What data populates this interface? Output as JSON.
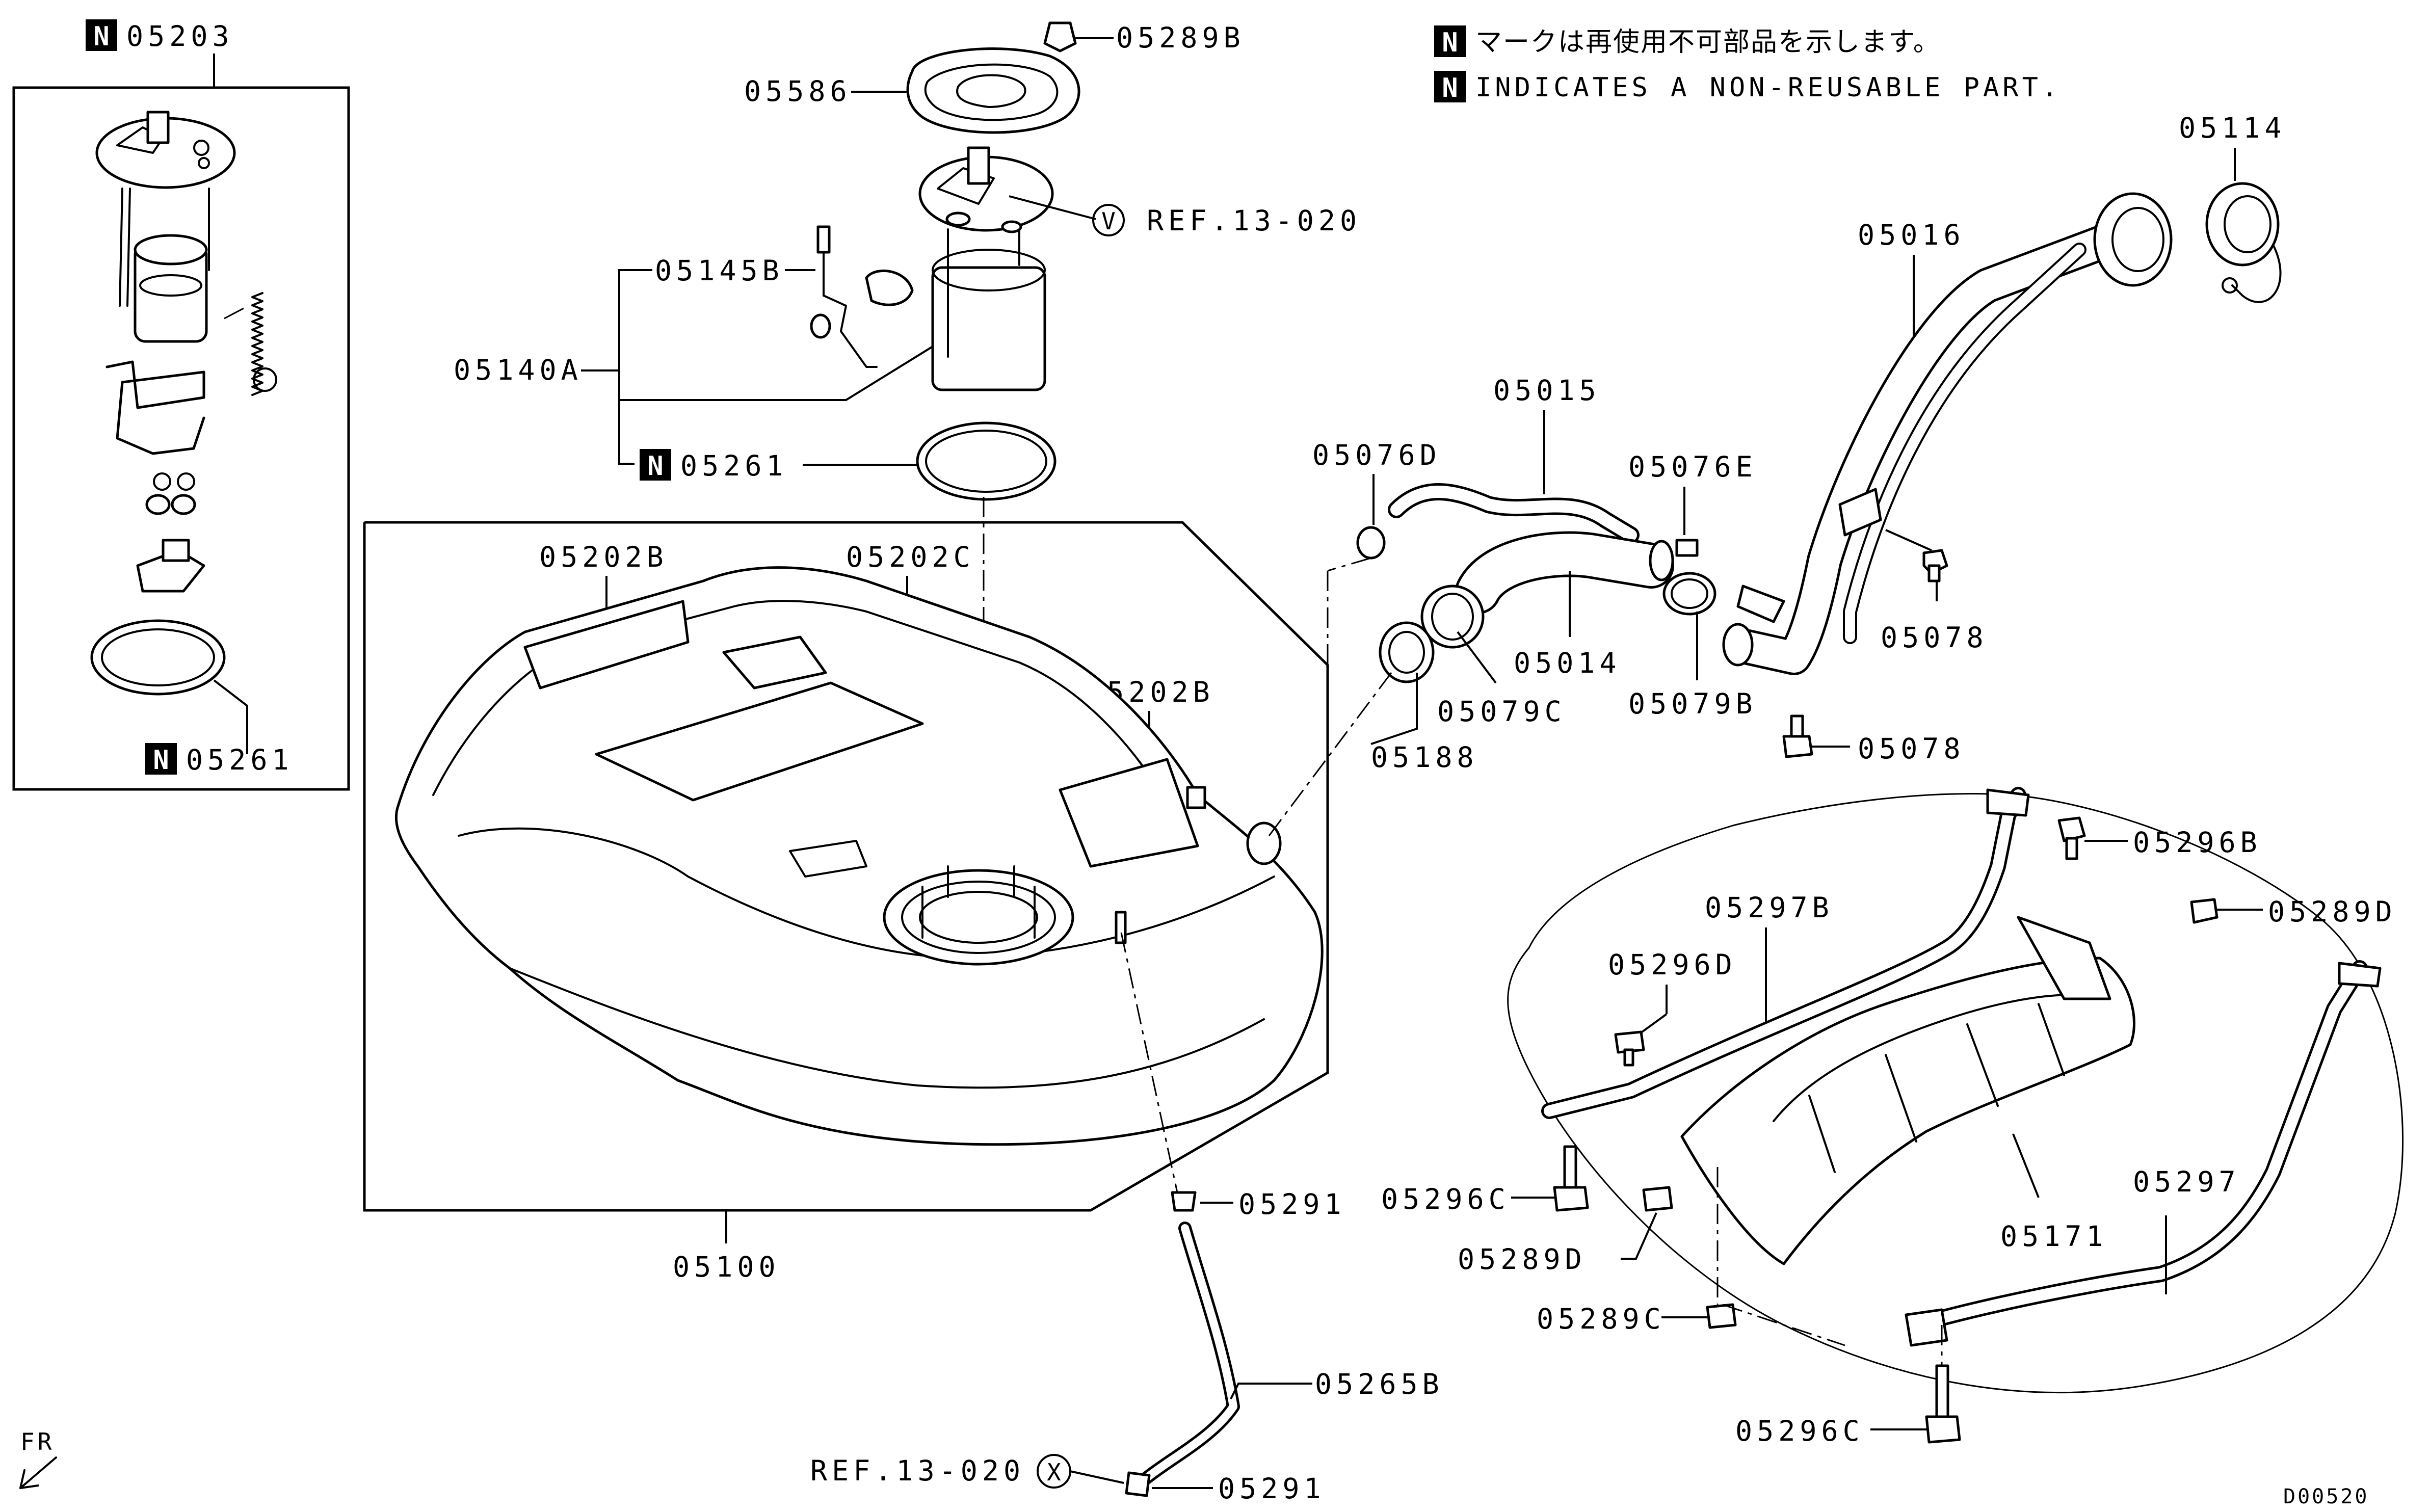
{
  "notes": {
    "jp": "マークは再使用不可部品を示します。",
    "en": "INDICATES A NON-REUSABLE PART.",
    "badge": "N"
  },
  "labels": {
    "p05203": "05203",
    "p05261_box": "05261",
    "p05586": "05586",
    "p05289B": "05289B",
    "p05145B": "05145B",
    "p05140A": "05140A",
    "p05261_main": "05261",
    "ref_v": "REF.13-020",
    "ref_v_circle": "V",
    "p05202B_a": "05202B",
    "p05202C": "05202C",
    "p05202B_b": "05202B",
    "p05100": "05100",
    "p05291_a": "05291",
    "p05265B": "05265B",
    "ref_x": "REF.13-020",
    "ref_x_circle": "X",
    "p05291_b": "05291",
    "p05076D": "05076D",
    "p05015": "05015",
    "p05076E": "05076E",
    "p05014": "05014",
    "p05079C": "05079C",
    "p05079B": "05079B",
    "p05188": "05188",
    "p05016": "05016",
    "p05114": "05114",
    "p05078_a": "05078",
    "p05078_b": "05078",
    "p05296B": "05296B",
    "p05289D_a": "05289D",
    "p05297B": "05297B",
    "p05296D": "05296D",
    "p05296C_a": "05296C",
    "p05289D_b": "05289D",
    "p05171": "05171",
    "p05297": "05297",
    "p05289C": "05289C",
    "p05296C_b": "05296C",
    "fr": "FR",
    "drawing_no": "D00520"
  }
}
